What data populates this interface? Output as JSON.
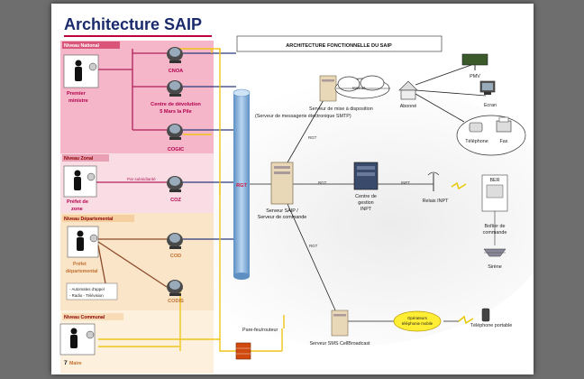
{
  "title": "Architecture SAIP",
  "subtitle": "ARCHITECTURE FONCTIONNELLE DU SAIP",
  "page_number": "7",
  "levels": {
    "national": "Niveau National",
    "zonal": "Niveau Zonal",
    "departemental": "Niveau Départemental",
    "communal": "Niveau Communal"
  },
  "actors": {
    "premier_ministre": [
      "Premier",
      "ministre"
    ],
    "prefet_zone": [
      "Préfet de",
      "zone"
    ],
    "prefet_dept": [
      "Préfet",
      "départemental"
    ],
    "maire": "Maire"
  },
  "centers": {
    "cnoa": "CNOA",
    "centre_devolution": [
      "Centre de dévolution",
      "5 Mars la Pile"
    ],
    "cogic": "COGIC",
    "coz": "COZ",
    "cod": "COD",
    "codis": "CODIS"
  },
  "notes": {
    "par_subsidiarite": "Par subsidiarité",
    "automates": [
      "- Automates d'appel",
      "- Radio - Télévision"
    ]
  },
  "network": {
    "rgt_bus": "RGT",
    "rgt_link": "RGT",
    "inpt_link": "INPT",
    "rgt_diag1": "RGT",
    "rgt_diag2": "RGT",
    "internet": "Internet",
    "pare_feu": "Pare-feu/routeur"
  },
  "servers": {
    "mise_dispo": [
      "Serveur de mise à disposition",
      "(Serveur de messagerie électronique SMTP)"
    ],
    "saip": [
      "Serveur SAIP /",
      "Serveur de commande"
    ],
    "gestion_inpt": [
      "Centre de",
      "gestion",
      "INPT"
    ],
    "sms": "Serveur SMS CellBroadcast"
  },
  "endpoints": {
    "abonne": "Abonné",
    "pmv": "PMV",
    "ecran": "Ecran",
    "telephone": "Téléphone",
    "fax": "Fax",
    "relais_inpt": "Relais INPT",
    "ber": "BER",
    "boitier": [
      "Boîtier de",
      "commande"
    ],
    "sirene": "Sirène",
    "operateurs": [
      "Opérateurs",
      "téléphonie mobile"
    ],
    "telephone_portable": "Téléphone portable"
  },
  "colors": {
    "title": "#1a2a6c",
    "national_bg": "#f4b6c8",
    "zonal_bg": "#fadce4",
    "dept_bg": "#fbe5c8",
    "communal_bg": "#fdf0dc",
    "level_label_bg": "#d9557a",
    "rgt_pipe": "#8fb8df",
    "yellow_link": "#f0c419",
    "magenta_link": "#b0205a",
    "brown_link": "#8b4a2a",
    "navy_link": "#2a3a7a"
  }
}
